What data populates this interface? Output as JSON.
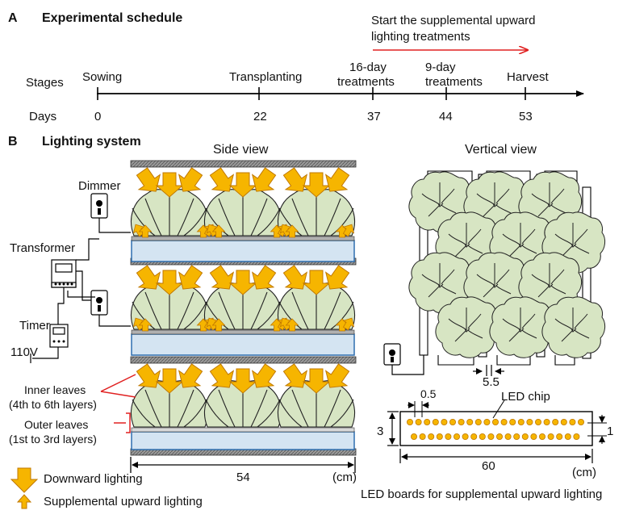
{
  "section_a": {
    "letter": "A",
    "title": "Experimental schedule",
    "annotation_line1": "Start the supplemental upward",
    "annotation_line2": "lighting treatments",
    "row_stages_label": "Stages",
    "row_days_label": "Days",
    "stages": [
      {
        "label": "Sowing",
        "day": "0"
      },
      {
        "label": "Transplanting",
        "day": "22"
      },
      {
        "label": "16-day",
        "label2": "treatments",
        "day": "37"
      },
      {
        "label": "9-day",
        "label2": "treatments",
        "day": "44"
      },
      {
        "label": "Harvest",
        "day": "53"
      }
    ]
  },
  "section_b": {
    "letter": "B",
    "title": "Lighting system",
    "side_view_title": "Side view",
    "vertical_view_title": "Vertical view",
    "dimmer_label": "Dimmer",
    "transformer_label": "Transformer",
    "timer_label": "Timer",
    "voltage_label": "110V",
    "inner_leaves_line1": "Inner leaves",
    "inner_leaves_line2": "(4th to 6th layers)",
    "outer_leaves_line1": "Outer leaves",
    "outer_leaves_line2": "(1st to 3rd layers)",
    "width_value": "54",
    "width_unit": "(cm)",
    "legend": {
      "downward": "Downward lighting",
      "upward": "Supplemental upward lighting"
    },
    "vertical_gap": "5.5",
    "led_board": {
      "chip_spacing": "0.5",
      "chip_label": "LED chip",
      "height": "3",
      "row_gap": "1",
      "length": "60",
      "unit": "(cm)",
      "caption": "LED boards for supplemental upward lighting"
    }
  },
  "colors": {
    "arrow_fill": "#f6b500",
    "arrow_stroke": "#c07800",
    "leaf_fill": "#d7e5c3",
    "tray_fill": "#d4e4f2",
    "tray_edge": "#2f6fb0",
    "panel_fill": "#8c8c8c",
    "red": "#e02020"
  }
}
